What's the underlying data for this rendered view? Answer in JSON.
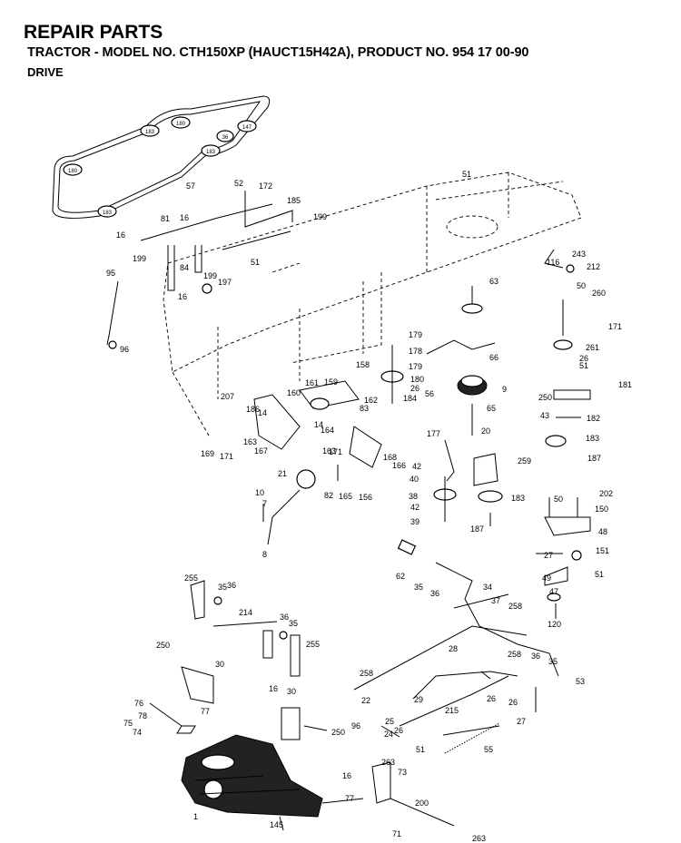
{
  "header": {
    "title": "REPAIR PARTS",
    "subtitle": "TRACTOR - MODEL NO. CTH150XP (HAUCT15H42A), PRODUCT NO. 954 17 00-90",
    "section": "DRIVE"
  },
  "belt_pulley_labels": [
    "180",
    "183",
    "147",
    "36",
    "183",
    "180",
    "183"
  ],
  "part_labels": [
    "57",
    "52",
    "172",
    "185",
    "199",
    "16",
    "81",
    "16",
    "199",
    "84",
    "51",
    "199",
    "197",
    "16",
    "95",
    "96",
    "51",
    "116",
    "243",
    "212",
    "63",
    "50",
    "260",
    "171",
    "261",
    "26",
    "51",
    "179",
    "178",
    "179",
    "180",
    "26",
    "184",
    "66",
    "56",
    "9",
    "65",
    "20",
    "250",
    "181",
    "43",
    "182",
    "183",
    "187",
    "158",
    "161",
    "159",
    "160",
    "162",
    "207",
    "186",
    "14",
    "163",
    "169",
    "171",
    "167",
    "14",
    "164",
    "163",
    "171",
    "83",
    "168",
    "166",
    "177",
    "42",
    "40",
    "38",
    "42",
    "39",
    "259",
    "183",
    "187",
    "21",
    "10",
    "7",
    "8",
    "82",
    "165",
    "156",
    "50",
    "202",
    "150",
    "48",
    "27",
    "151",
    "49",
    "51",
    "47",
    "120",
    "62",
    "35",
    "36",
    "34",
    "37",
    "258",
    "28",
    "36",
    "35",
    "258",
    "53",
    "26",
    "26",
    "29",
    "27",
    "22",
    "258",
    "215",
    "24",
    "25",
    "26",
    "51",
    "55",
    "255",
    "36",
    "35",
    "214",
    "36",
    "35",
    "255",
    "250",
    "30",
    "16",
    "30",
    "250",
    "76",
    "78",
    "75",
    "74",
    "77",
    "96",
    "263",
    "73",
    "16",
    "77",
    "200",
    "145",
    "71",
    "263",
    "1"
  ]
}
